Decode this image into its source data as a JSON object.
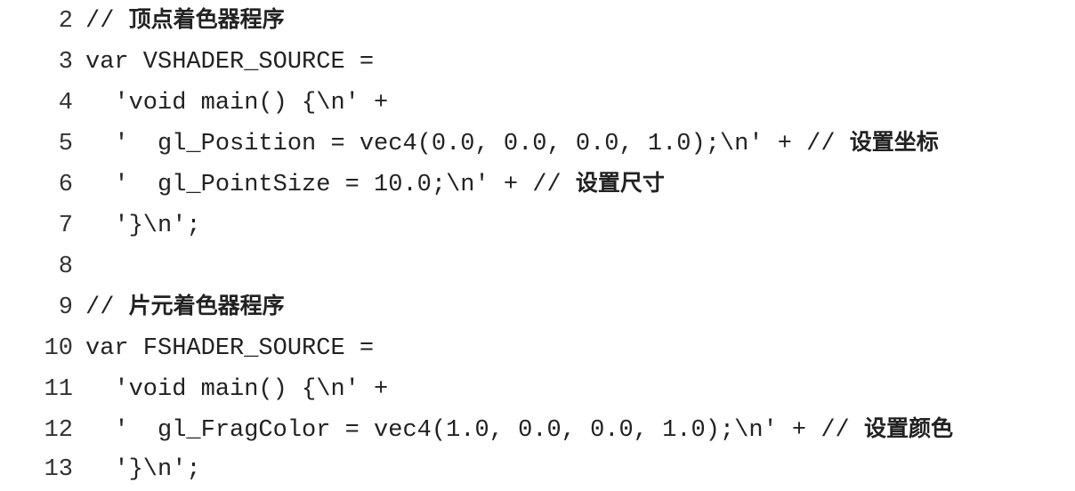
{
  "lines": [
    {
      "no": "2",
      "code": "// ",
      "comment": "顶点着色器程序"
    },
    {
      "no": "3",
      "code": "var VSHADER_SOURCE =",
      "comment": ""
    },
    {
      "no": "4",
      "code": "  'void main() {\\n' +",
      "comment": ""
    },
    {
      "no": "5",
      "code": "  '  gl_Position = vec4(0.0, 0.0, 0.0, 1.0);\\n' + // ",
      "comment": "设置坐标"
    },
    {
      "no": "6",
      "code": "  '  gl_PointSize = 10.0;\\n' + // ",
      "comment": "设置尺寸"
    },
    {
      "no": "7",
      "code": "  '}\\n';",
      "comment": ""
    },
    {
      "no": "8",
      "code": "",
      "comment": ""
    },
    {
      "no": "9",
      "code": "// ",
      "comment": "片元着色器程序"
    },
    {
      "no": "10",
      "code": "var FSHADER_SOURCE =",
      "comment": ""
    },
    {
      "no": "11",
      "code": "  'void main() {\\n' +",
      "comment": ""
    },
    {
      "no": "12",
      "code": "  '  gl_FragColor = vec4(1.0, 0.0, 0.0, 1.0);\\n' + // ",
      "comment": "设置颜色"
    },
    {
      "no": "13",
      "code": "  '}\\n';",
      "comment": ""
    }
  ]
}
